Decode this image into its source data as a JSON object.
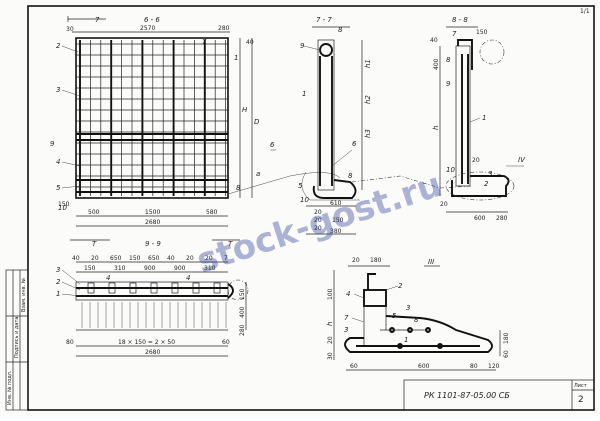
{
  "drawing": {
    "code": "РК 1101-87-05.00 СБ",
    "sheet_label": "Лист",
    "sheet_number": "2",
    "watermark": "stock-gost.ru",
    "top_right_mark": "1/1",
    "stamp_lines": [
      "Инв. № подл.",
      "Подпись и дата",
      "Взам. инв. №"
    ]
  },
  "view_front": {
    "section_label": "6 - 6",
    "top_dims": [
      "30",
      "2570",
      "280"
    ],
    "right_dims": [
      "H",
      "D"
    ],
    "bottom_dims": [
      "500",
      "1500",
      "580"
    ],
    "total_width": "2680",
    "left_dim": "150",
    "callouts": [
      "2",
      "3",
      "9",
      "4",
      "5",
      "1",
      "10",
      "7",
      "8",
      "6",
      "a"
    ],
    "cut_marks": [
      "7",
      "T",
      "T"
    ],
    "top_right_dim": "40"
  },
  "view_77": {
    "section_label": "7 - 7",
    "cut_mark": "8",
    "dims": [
      "h1",
      "h2",
      "h3"
    ],
    "bottom_dims": [
      "20",
      "610",
      "20",
      "150",
      "20",
      "380"
    ],
    "callouts": [
      "9",
      "1",
      "6",
      "5",
      "10",
      "8"
    ]
  },
  "view_88": {
    "section_label": "8 - 8",
    "top_dims": [
      "40",
      "7",
      "150"
    ],
    "left_dims": [
      "400",
      "h"
    ],
    "bottom_dims": [
      "600",
      "280",
      "20"
    ],
    "callouts": [
      "8",
      "9",
      "1",
      "3",
      "2",
      "10",
      "20",
      "IV"
    ]
  },
  "view_99": {
    "section_label": "9 - 9",
    "top_dims": [
      "40",
      "20",
      "650",
      "150",
      "650",
      "40",
      "20",
      "20",
      "7"
    ],
    "spacing": [
      "150",
      "310",
      "900",
      "900",
      "310"
    ],
    "callouts": [
      "3",
      "2",
      "1",
      "4",
      "4"
    ],
    "right_dims": [
      "150",
      "400",
      "280"
    ],
    "bottom_spacing": "18 × 150 = 2 × 50",
    "total_width": "2680",
    "left_dim": "80",
    "right_dim": "60"
  },
  "detail_iii": {
    "label": "III",
    "top_dims": [
      "20",
      "180"
    ],
    "left_dims": [
      "100",
      "h",
      "20",
      "30"
    ],
    "callouts": [
      "2",
      "3",
      "4",
      "5",
      "8",
      "7",
      "3",
      "1"
    ],
    "bottom_dims": [
      "60",
      "600",
      "80",
      "120"
    ],
    "right_dims": [
      "180",
      "60"
    ]
  }
}
